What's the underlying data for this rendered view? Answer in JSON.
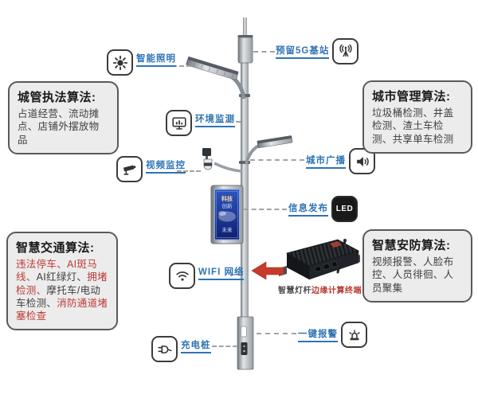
{
  "colors": {
    "label_blue": "#2e74b5",
    "alert_red": "#bd3a33",
    "box_bg": "#ececec",
    "box_border": "#595959",
    "dash_gray": "#a3a3a3",
    "arrow_red": "#c63b2a",
    "title_dark": "#1a1a1a",
    "body_dark": "#3f3f3f"
  },
  "callouts": {
    "smart_lighting": "智能照明",
    "reserved_5g_station": "预留5G基站",
    "environment_monitoring": "环境监测",
    "video_surveillance": "视频监控",
    "city_broadcast": "城市广播",
    "information_release": "信息发布",
    "wifi_network": "WIFI 网络",
    "one_key_alarm": "一键报警",
    "charging_pile": "充电桩"
  },
  "icons": {
    "led_text": "LED"
  },
  "algorithm_boxes": {
    "urban_enforcement": {
      "title": "城管执法算法:",
      "body": "占道经营、流动摊点、店铺外摆放物品"
    },
    "city_management": {
      "title": "城市管理算法:",
      "body": "垃圾桶检测、井盖检测、渣土车检测、共享单车检测"
    },
    "smart_traffic": {
      "title": "智慧交通算法:",
      "segments": [
        {
          "text": "违法停车、",
          "emphasis": true
        },
        {
          "text": "AI斑马线、",
          "emphasis": true
        },
        {
          "text": "AI红绿灯、",
          "emphasis": false
        },
        {
          "text": "拥堵检测、",
          "emphasis": true
        },
        {
          "text": "摩托车/电动车检测、",
          "emphasis": false
        },
        {
          "text": "消防通道堵塞检查",
          "emphasis": true
        }
      ]
    },
    "smart_security": {
      "title": "智慧安防算法:",
      "body": "视频报警、人脸布控、人员徘徊、人员聚集"
    }
  },
  "edge_terminal": {
    "name_gray": "智慧灯杆",
    "name_red": "边缘计算终端"
  },
  "display_screen": {
    "line1": "科技",
    "line2": "创新",
    "line3": "未来"
  }
}
